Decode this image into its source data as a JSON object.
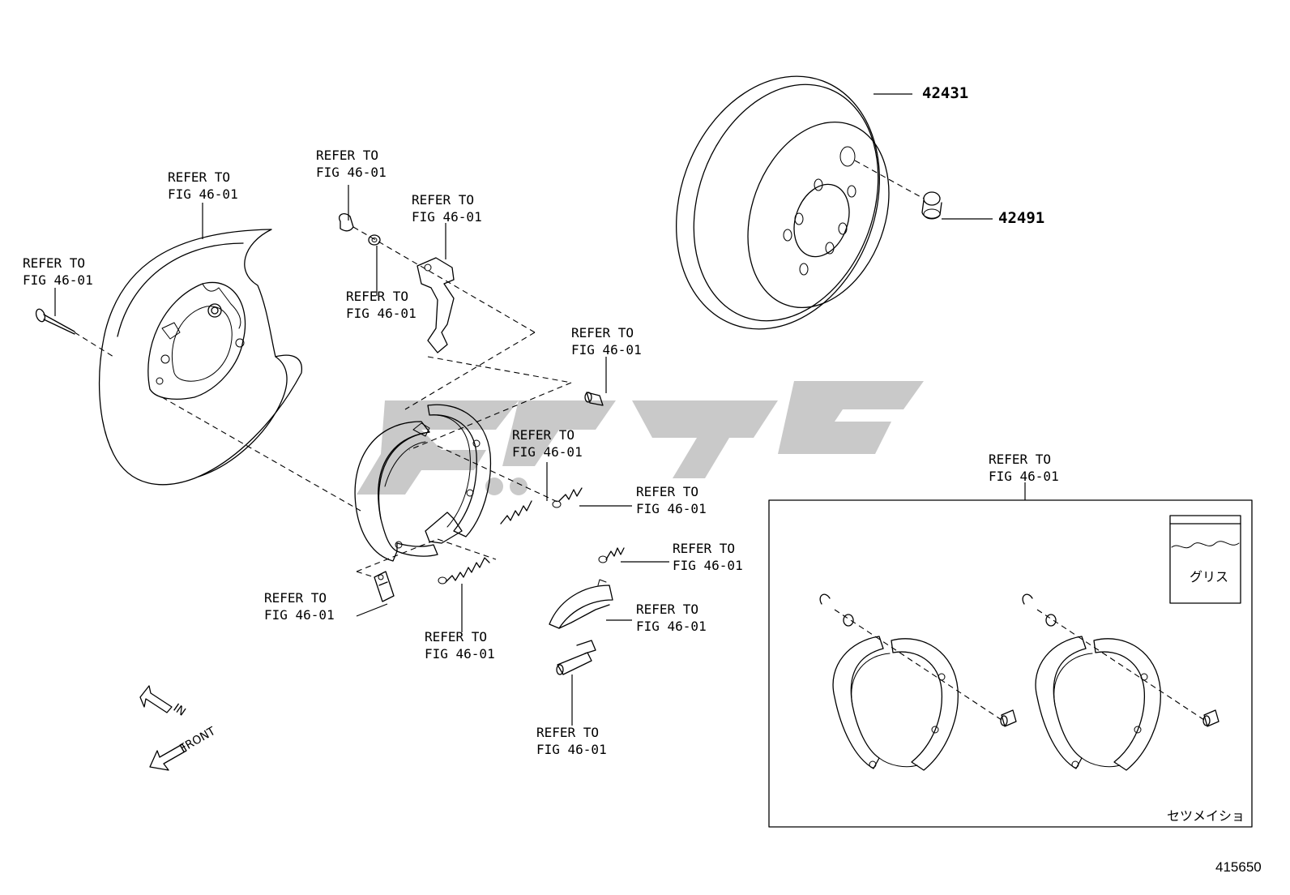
{
  "diagram": {
    "refer_label_line1": "REFER TO",
    "refer_label_line2": "FIG 46-01",
    "part_numbers": {
      "rotor": "42431",
      "hole_plug": "42491"
    },
    "kit_box": {
      "grease_label": "グリス",
      "note": "セツメイショ"
    },
    "direction_labels": {
      "in": "IN",
      "front": "FRONT"
    },
    "illustration_code": "415650",
    "colors": {
      "line": "#000000",
      "watermark": "#c0c0c0",
      "background": "#ffffff"
    }
  }
}
